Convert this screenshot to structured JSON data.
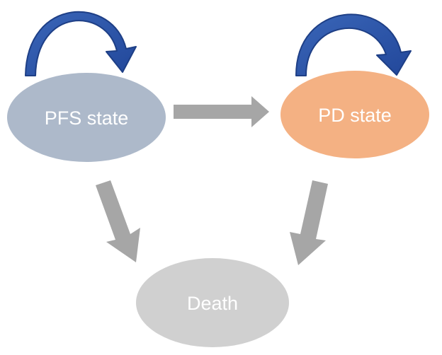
{
  "states": [
    {
      "id": "pfs",
      "label": "PFS state",
      "color": "#adb9ca"
    },
    {
      "id": "pd",
      "label": "PD state",
      "color": "#f4b183"
    },
    {
      "id": "death",
      "label": "Death",
      "color": "#d0d0d0"
    }
  ],
  "transitions": [
    {
      "from": "pfs",
      "to": "pfs",
      "type": "self-loop",
      "color": "#2f58a8"
    },
    {
      "from": "pd",
      "to": "pd",
      "type": "self-loop",
      "color": "#2f58a8"
    },
    {
      "from": "pfs",
      "to": "pd",
      "type": "arrow",
      "color": "#a6a6a6"
    },
    {
      "from": "pfs",
      "to": "death",
      "type": "arrow",
      "color": "#a6a6a6"
    },
    {
      "from": "pd",
      "to": "death",
      "type": "arrow",
      "color": "#a6a6a6"
    }
  ]
}
